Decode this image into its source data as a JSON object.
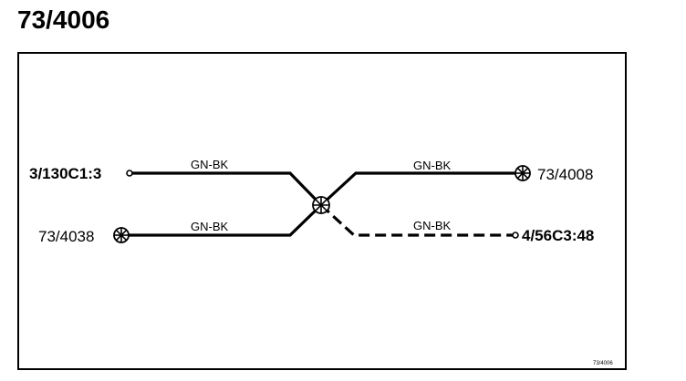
{
  "page": {
    "title": "73/4006"
  },
  "diagram": {
    "connectors": {
      "left_top": "3/130C1:3",
      "left_bottom": "73/4038",
      "right_top": "73/4008",
      "right_bottom": "4/56C3:48"
    },
    "wires": {
      "left_top_color": "GN-BK",
      "left_bottom_color": "GN-BK",
      "right_top_color": "GN-BK",
      "right_bottom_color": "GN-BK"
    },
    "reference": "73/4006"
  }
}
